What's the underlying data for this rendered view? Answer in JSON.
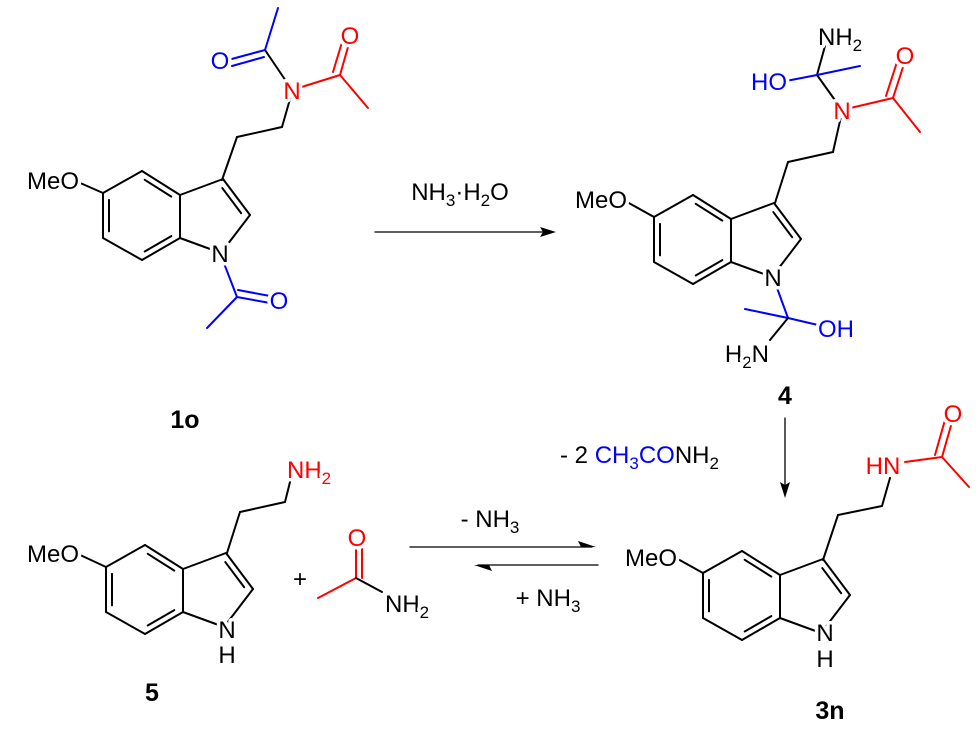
{
  "compounds": {
    "c1o": {
      "label": "1o",
      "methoxy": "MeO",
      "n_amide": "N",
      "o_blue": "O",
      "o_red": "O",
      "n_indole": "N",
      "o_nacetyl": "O"
    },
    "c4": {
      "label": "4",
      "methoxy": "MeO",
      "n_amide": "N",
      "o_red": "O",
      "ho": "HO",
      "nh2_top": [
        "NH",
        "2"
      ],
      "n_indole": "N",
      "oh": "OH",
      "h2n": [
        "H",
        "2",
        "N"
      ]
    },
    "c5": {
      "label": "5",
      "methoxy": "MeO",
      "nh2": [
        "NH",
        "2"
      ],
      "n_indole": "N",
      "h_indole": "H"
    },
    "acetamide": {
      "o": "O",
      "nh2": [
        "NH",
        "2"
      ]
    },
    "c3n": {
      "label": "3n",
      "methoxy": "MeO",
      "hn": "HN",
      "o": "O",
      "n_indole": "N",
      "h_indole": "H"
    }
  },
  "reagents": {
    "step1": [
      "NH",
      "3",
      "·H",
      "2",
      "O"
    ],
    "step2": [
      "- 2 ",
      "CH",
      "3",
      "CO",
      "NH",
      "2"
    ],
    "forward": [
      "- NH",
      "3"
    ],
    "reverse": [
      "+ NH",
      "3"
    ]
  },
  "plus": "+",
  "colors": {
    "bond": "#000000",
    "removed_group": "#0000ff",
    "retained_group": "#ff0000"
  }
}
